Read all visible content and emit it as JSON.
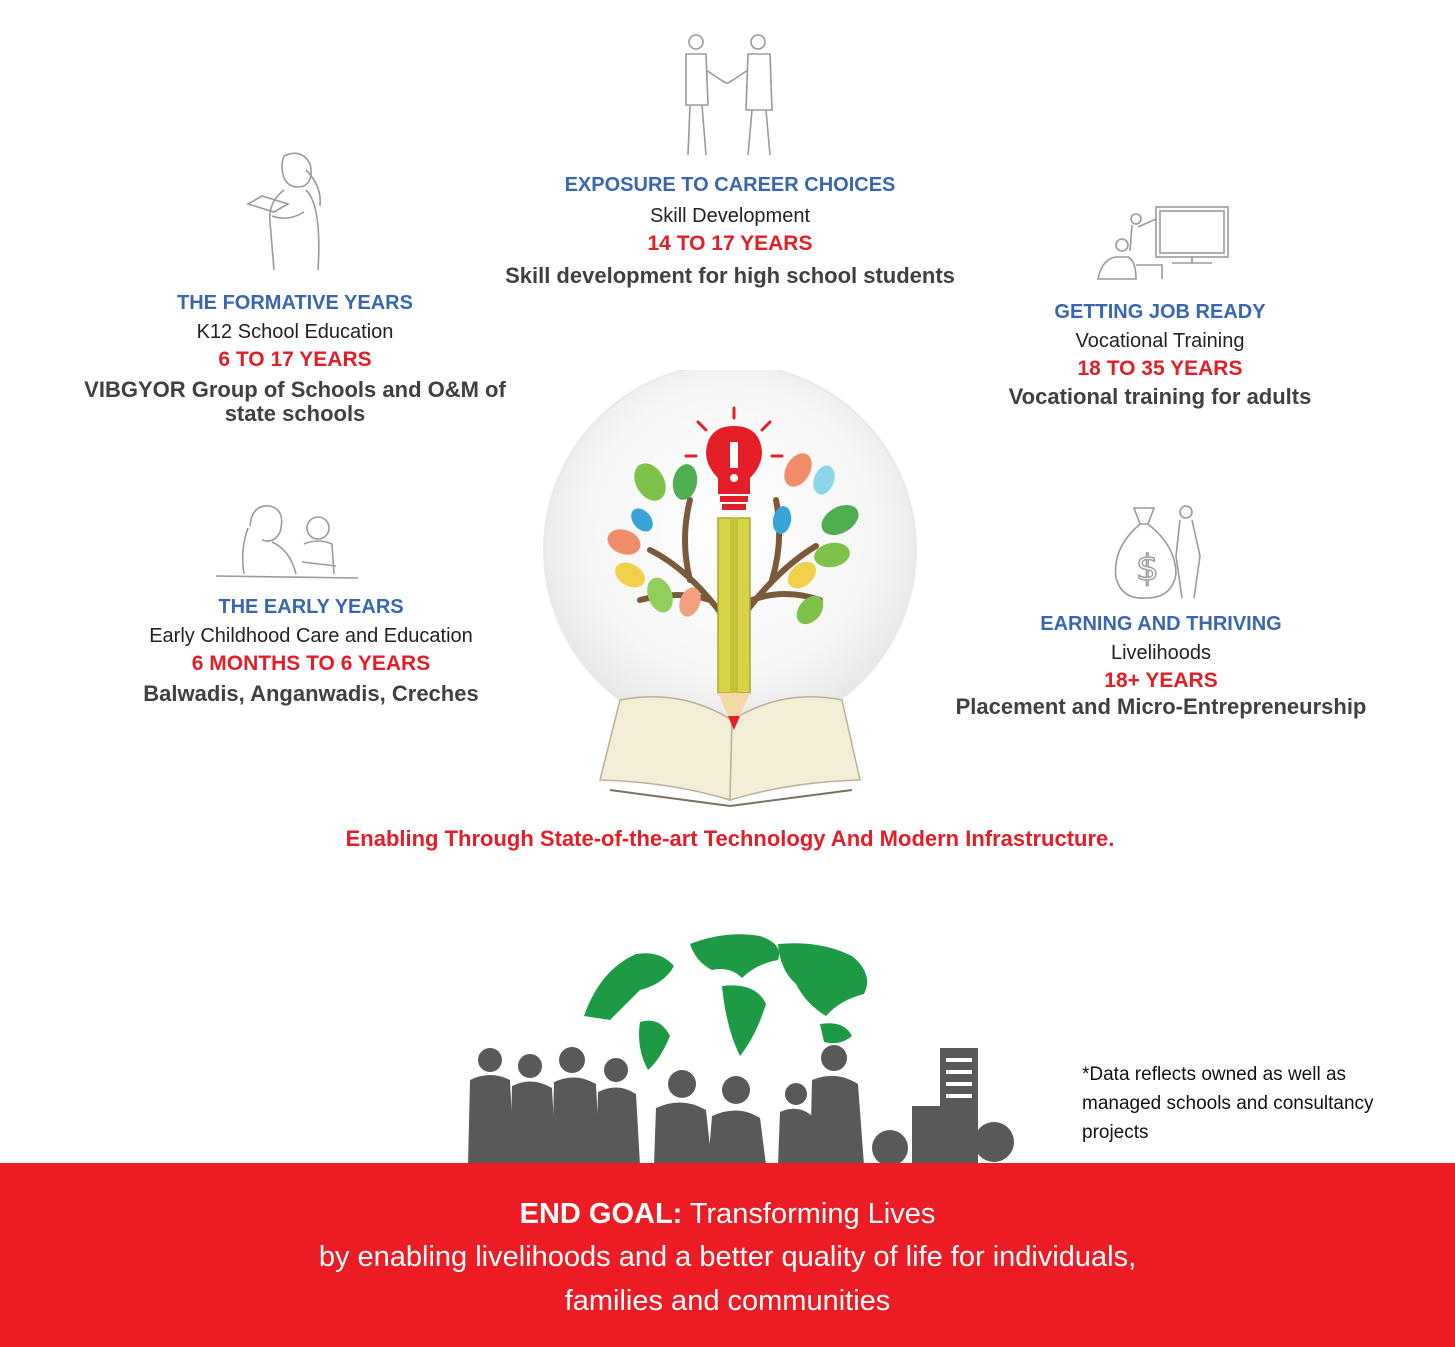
{
  "stages": {
    "early": {
      "heading": "THE EARLY YEARS",
      "sub": "Early Childhood Care and Education",
      "ages": "6 MONTHS TO 6 YEARS",
      "desc": "Balwadis, Anganwadis, Creches",
      "icon": "parent-child-reading-icon"
    },
    "formative": {
      "heading": "THE FORMATIVE YEARS",
      "sub": "K12 School Education",
      "ages": "6 TO 17 YEARS",
      "desc_line1": "VIBGYOR Group of Schools and O&M of",
      "desc_line2": "state schools",
      "icon": "student-reading-icon"
    },
    "career": {
      "heading": "EXPOSURE TO CAREER CHOICES",
      "sub": "Skill Development",
      "ages": "14 TO 17 YEARS",
      "desc": "Skill development for high school students",
      "icon": "handshake-icon"
    },
    "job": {
      "heading": "GETTING JOB READY",
      "sub": "Vocational Training",
      "ages": "18 TO 35 YEARS",
      "desc": "Vocational training for adults",
      "icon": "classroom-board-icon"
    },
    "earning": {
      "heading": "EARNING AND THRIVING",
      "sub": "Livelihoods",
      "ages": "18+ YEARS",
      "desc": "Placement and Micro-Entrepreneurship",
      "icon": "money-bag-icon"
    }
  },
  "center_icon": "pencil-tree-lightbulb-book-icon",
  "tagline": "Enabling Through State-of-the-art Technology And Modern Infrastructure.",
  "globe_icon": "globe-community-icon",
  "footnote": "*Data reflects owned as well as managed schools and consultancy projects",
  "end_goal": {
    "label": "END GOAL:",
    "title": " Transforming Lives",
    "line2": "by enabling livelihoods and a better quality of life for individuals,",
    "line3": "families and communities"
  },
  "colors": {
    "heading_blue": "#3a66b0",
    "accent_red": "#e31e26",
    "banner_red": "#ed1c24",
    "globe_green": "#1e9a45"
  }
}
